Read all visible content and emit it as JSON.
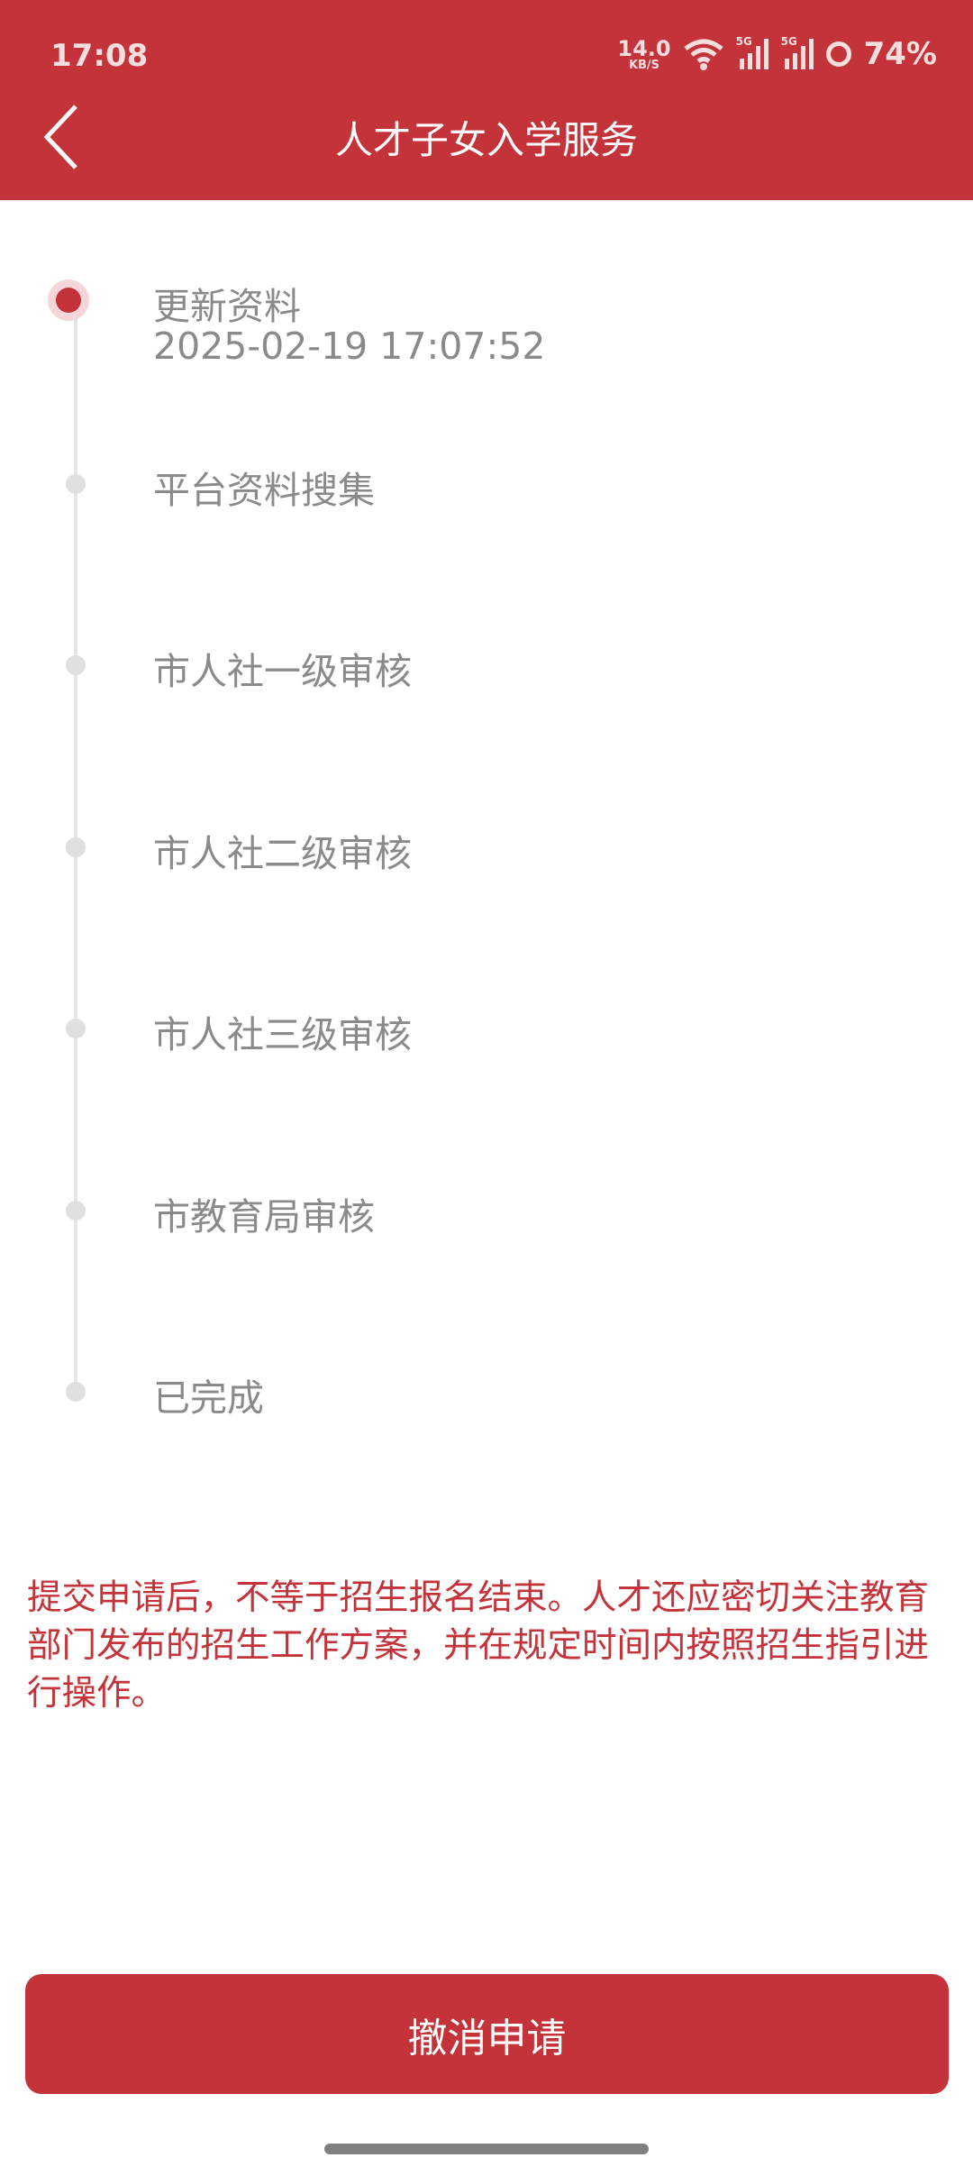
{
  "status_bar": {
    "time": "17:08",
    "net_speed": "14.0",
    "net_unit": "KB/S",
    "sim1": "5G",
    "sim2": "5G",
    "battery": "74%"
  },
  "header": {
    "title": "人才子女入学服务"
  },
  "timeline": {
    "steps": [
      {
        "label": "更新资料",
        "time": "2025-02-19 17:07:52",
        "active": true
      },
      {
        "label": "平台资料搜集"
      },
      {
        "label": "市人社一级审核"
      },
      {
        "label": "市人社二级审核"
      },
      {
        "label": "市人社三级审核"
      },
      {
        "label": "市教育局审核"
      },
      {
        "label": "已完成"
      }
    ]
  },
  "notice": "提交申请后，不等于招生报名结束。人才还应密切关注教育部门发布的招生工作方案，并在规定时间内按照招生指引进行操作。",
  "actions": {
    "cancel_label": "撤消申请"
  },
  "colors": {
    "brand": "#c4333a",
    "muted": "#8a8a8a"
  }
}
